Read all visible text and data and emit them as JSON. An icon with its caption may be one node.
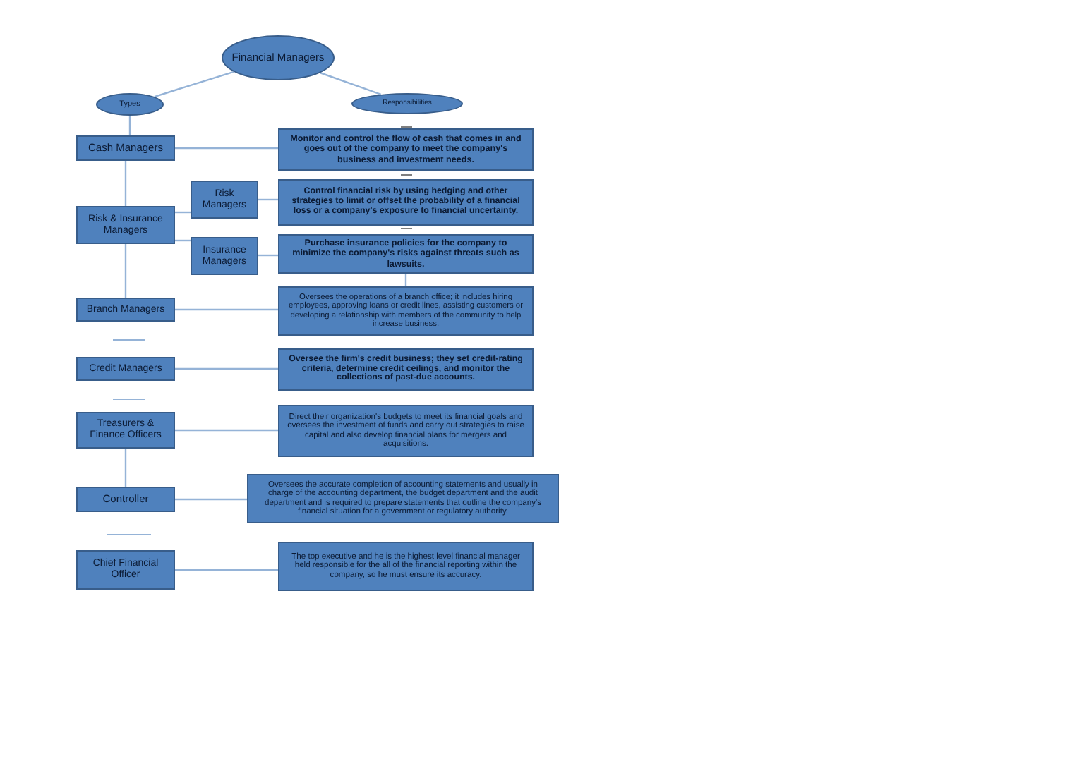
{
  "diagram": {
    "nodes": [
      {
        "text": [
          "Financial Managers"
        ]
      },
      {
        "text": [
          "Types"
        ]
      },
      {
        "text": [
          "Responsibilities"
        ]
      },
      {
        "text": [
          "Cash Managers"
        ]
      },
      {
        "text": [
          "Monitor and control the flow of cash that comes in and goes out of the company to meet the company's business and investment needs."
        ]
      },
      {
        "text": [
          "Risk & Insurance Managers"
        ]
      },
      {
        "text": [
          "Risk Managers"
        ]
      },
      {
        "text": [
          "Control financial risk by using hedging and other strategies to limit or offset the probability of a financial loss or a company's exposure to financial uncertainty."
        ]
      },
      {
        "text": [
          "Insurance Managers"
        ]
      },
      {
        "text": [
          "Purchase insurance policies for the company to minimize the company's risks against threats such as lawsuits."
        ]
      },
      {
        "text": [
          "Branch Managers"
        ]
      },
      {
        "text": [
          "Oversees the operations of a branch office; it includes hiring employees, approving loans or credit lines, assisting customers or developing a relationship with members of the community to help increase business."
        ]
      },
      {
        "text": [
          "Credit Managers"
        ]
      },
      {
        "text": [
          "Oversee the firm's credit business; they set credit-rating criteria, determine credit ceilings, and monitor the collections of past-due accounts."
        ]
      },
      {
        "text": [
          "Treasurers & Finance Officers"
        ]
      },
      {
        "text": [
          "Direct their organization's budgets to meet its financial goals and oversees the investment of funds and carry out strategies to raise capital and also develop financial plans for mergers and acquisitions."
        ]
      },
      {
        "text": [
          "Controller"
        ]
      },
      {
        "text": [
          "Oversees the accurate completion of accounting statements and usually in charge of the accounting department, the budget department and the audit department and is required to prepare statements that outline the company's financial situation for a government or regulatory authority."
        ]
      },
      {
        "text": [
          "Chief Financial Officer"
        ]
      },
      {
        "text": [
          "The top executive and he is the highest level financial manager held responsible for the all of the financial reporting within the company, so he must ensure its accuracy."
        ]
      }
    ],
    "edges": [
      {
        "from": 0,
        "to": 1,
        "arrow": "none"
      },
      {
        "from": 0,
        "to": 2,
        "arrow": "none"
      },
      {
        "from": 1,
        "to": 3,
        "arrow": "none"
      },
      {
        "from": 3,
        "to": 4,
        "arrow": "none"
      },
      {
        "from": 3,
        "to": 5,
        "arrow": "none"
      },
      {
        "from": 5,
        "to": 6,
        "arrow": "none"
      },
      {
        "from": 5,
        "to": 8,
        "arrow": "none"
      },
      {
        "from": 6,
        "to": 7,
        "arrow": "none"
      },
      {
        "from": 8,
        "to": 9,
        "arrow": "none"
      },
      {
        "from": 5,
        "to": 10,
        "arrow": "none"
      },
      {
        "from": 9,
        "to": 11,
        "arrow": "none"
      },
      {
        "from": 10,
        "to": 11,
        "arrow": "none"
      },
      {
        "from": 12,
        "to": 13,
        "arrow": "none"
      },
      {
        "from": 14,
        "to": 15,
        "arrow": "none"
      },
      {
        "from": 14,
        "to": 16,
        "arrow": "none"
      },
      {
        "from": 16,
        "to": 17,
        "arrow": "none"
      },
      {
        "from": 18,
        "to": 19,
        "arrow": "none"
      }
    ]
  }
}
